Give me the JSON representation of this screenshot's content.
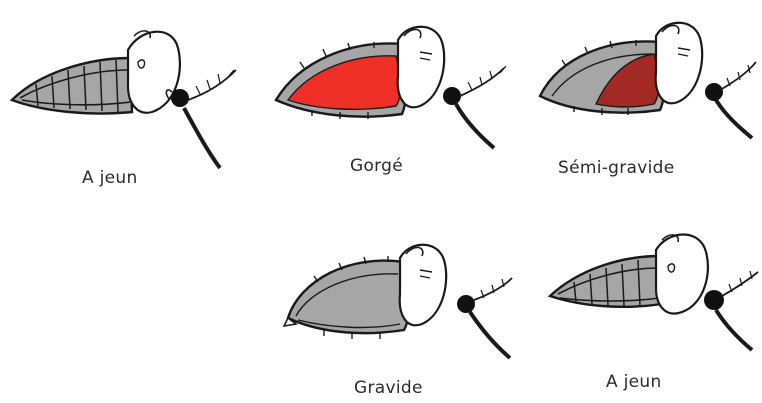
{
  "labels": {
    "l1": "A jeun",
    "l2": "Gorgé",
    "l3": "Sémi-gravide",
    "l4": "Gravide",
    "l5": "A jeun"
  },
  "stages": [
    {
      "key": "a-jeun-1",
      "fill": "#a6a6a6",
      "fill2": null
    },
    {
      "key": "gorge",
      "fill": "#ed2f26",
      "fill2": null
    },
    {
      "key": "semi-gravide",
      "fill": "#a6a6a6",
      "fill2": "#a32a24"
    },
    {
      "key": "gravide",
      "fill": "#a6a6a6",
      "fill2": null
    },
    {
      "key": "a-jeun-2",
      "fill": "#a6a6a6",
      "fill2": null
    }
  ],
  "colors": {
    "outline": "#1a1a1a",
    "segment": "#8c8c8c",
    "head": "#ffffff",
    "eye": "#111111"
  }
}
